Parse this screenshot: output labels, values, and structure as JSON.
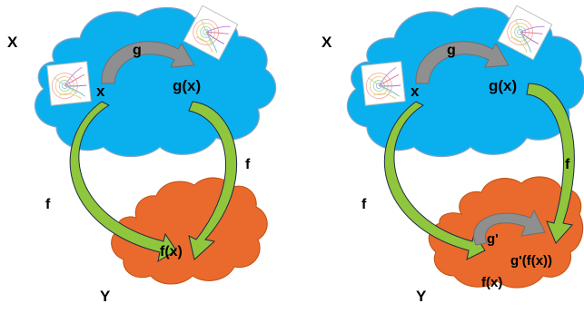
{
  "colors": {
    "cloud_x": "#0ab0ee",
    "cloud_y": "#e96a2c",
    "arrow_gray": "#8f8f8f",
    "arrow_green": "#8fc63c",
    "outline": "#1f2a44"
  },
  "left_panel": {
    "set_x_label": "X",
    "set_y_label": "Y",
    "map_g_label": "g",
    "map_f_left_label": "f",
    "map_f_right_label": "f",
    "point_x_label": "x",
    "point_gx_label": "g(x)",
    "point_fx_label": "f(x)"
  },
  "right_panel": {
    "set_x_label": "X",
    "set_y_label": "Y",
    "map_g_label": "g",
    "map_f_left_label": "f",
    "map_f_right_label": "f",
    "map_gprime_label": "g'",
    "point_x_label": "x",
    "point_gx_label": "g(x)",
    "point_fx_label": "f(x)",
    "point_gpfx_label": "g'(f(x))"
  },
  "icons": [
    "spiral-pattern-thumbnail-icon"
  ]
}
